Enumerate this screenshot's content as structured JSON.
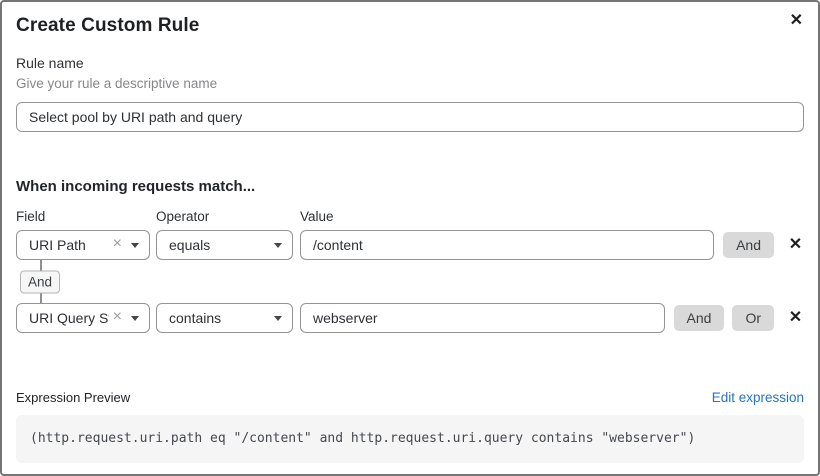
{
  "dialog": {
    "title": "Create Custom Rule"
  },
  "icons": {
    "close": "✕",
    "remove": "✕",
    "clear": "×"
  },
  "rule_name": {
    "label": "Rule name",
    "helper": "Give your rule a descriptive name",
    "value": "Select pool by URI path and query"
  },
  "match": {
    "heading": "When incoming requests match...",
    "columns": {
      "field": "Field",
      "operator": "Operator",
      "value": "Value"
    },
    "connector_label": "And",
    "rows": [
      {
        "field": "URI Path",
        "operator": "equals",
        "value": "/content",
        "and_label": "And"
      },
      {
        "field": "URI Query St...",
        "operator": "contains",
        "value": "webserver",
        "and_label": "And",
        "or_label": "Or"
      }
    ]
  },
  "expression": {
    "label": "Expression Preview",
    "edit_link": "Edit expression",
    "code": "(http.request.uri.path eq \"/content\" and http.request.uri.query contains \"webserver\")"
  },
  "colors": {
    "link_blue": "#2576bc",
    "logic_button_bg": "#d9d9d9",
    "code_background": "#f5f5f6",
    "input_border": "#949494",
    "dialog_border": "#757575"
  }
}
